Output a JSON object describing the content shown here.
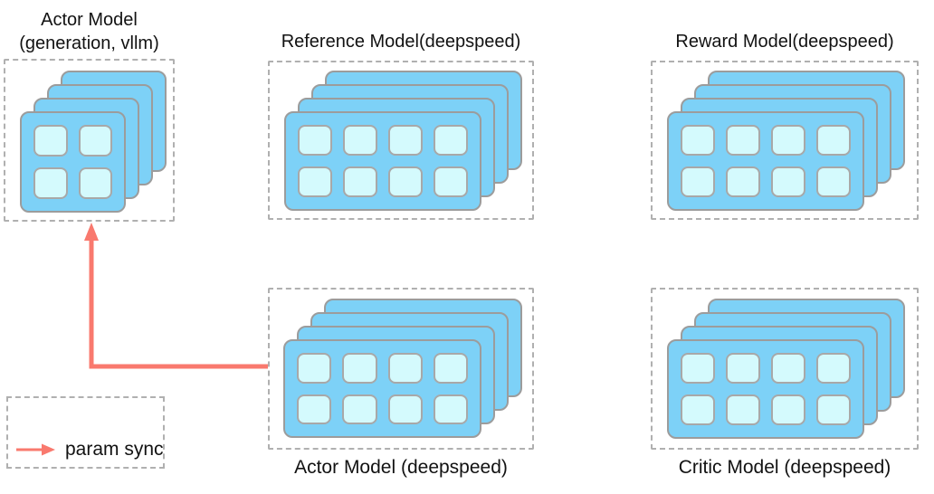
{
  "colors": {
    "background": "#ffffff",
    "card": "#7dd1f7",
    "card-border": "#9c9c9c",
    "cell": "#d4fafd",
    "cell-border": "#a8a8a8",
    "dashed": "#b0b0b0",
    "arrow": "#f9796e",
    "text": "#121212"
  },
  "nodes": [
    {
      "id": "actor-vllm",
      "label": "Actor Model",
      "sublabel": "(generation, vllm)",
      "label_position": "top",
      "stack": 4,
      "grid": {
        "cols": 2,
        "rows": 2
      }
    },
    {
      "id": "reference-model",
      "label": "Reference Model(deepspeed)",
      "label_position": "top",
      "stack": 4,
      "grid": {
        "cols": 4,
        "rows": 2
      }
    },
    {
      "id": "reward-model",
      "label": "Reward Model(deepspeed)",
      "label_position": "top",
      "stack": 4,
      "grid": {
        "cols": 4,
        "rows": 2
      }
    },
    {
      "id": "actor-deepspeed",
      "label": "Actor Model (deepspeed)",
      "label_position": "bottom",
      "stack": 4,
      "grid": {
        "cols": 4,
        "rows": 2
      }
    },
    {
      "id": "critic-model",
      "label": "Critic Model (deepspeed)",
      "label_position": "bottom",
      "stack": 4,
      "grid": {
        "cols": 4,
        "rows": 2
      }
    }
  ],
  "edges": [
    {
      "from": "actor-deepspeed",
      "to": "actor-vllm",
      "type": "param sync"
    }
  ],
  "legend": {
    "label": "param sync"
  }
}
